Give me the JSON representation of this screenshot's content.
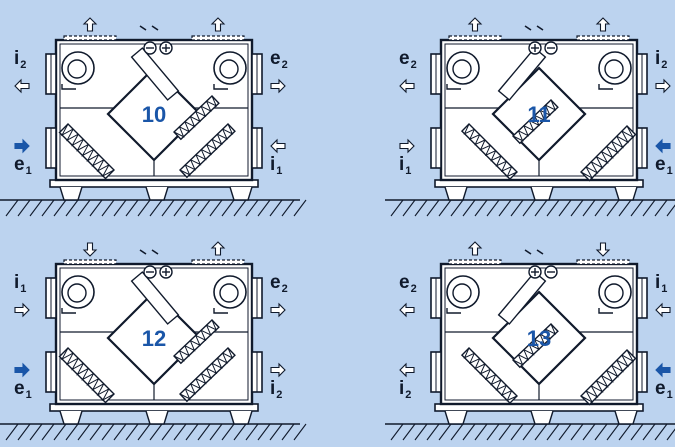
{
  "colors": {
    "background": "#bcd3ef",
    "unit_fill": "#ffffff",
    "line": "#101a2c",
    "number": "#1a56a8",
    "arrow_blue": "#1a56a8",
    "arrow_light": "#ffffff"
  },
  "diagrams": [
    {
      "number": "10",
      "top_left_label": {
        "letter": "i",
        "sub": "2"
      },
      "top_right_label": {
        "letter": "e",
        "sub": "2"
      },
      "bottom_left_label": {
        "letter": "e",
        "sub": "1"
      },
      "bottom_right_label": {
        "letter": "i",
        "sub": "1"
      },
      "top_left_arrow": "outlined-left",
      "top_right_arrow": "outlined-right",
      "bottom_left_arrow": "blue-right",
      "bottom_right_arrow": "outlined-left",
      "top_arrows": [
        "outlined-up",
        "outlined-up"
      ],
      "plus_minus": [
        "minus",
        "plus"
      ]
    },
    {
      "number": "11",
      "top_left_label": {
        "letter": "e",
        "sub": "2"
      },
      "top_right_label": {
        "letter": "i",
        "sub": "2"
      },
      "bottom_left_label": {
        "letter": "i",
        "sub": "1"
      },
      "bottom_right_label": {
        "letter": "e",
        "sub": "1"
      },
      "top_left_arrow": "outlined-left",
      "top_right_arrow": "outlined-right",
      "bottom_left_arrow": "outlined-right",
      "bottom_right_arrow": "blue-left",
      "top_arrows": [
        "outlined-up",
        "outlined-up"
      ],
      "plus_minus": [
        "plus",
        "minus"
      ]
    },
    {
      "number": "12",
      "top_left_label": {
        "letter": "i",
        "sub": "1"
      },
      "top_right_label": {
        "letter": "e",
        "sub": "2"
      },
      "bottom_left_label": {
        "letter": "e",
        "sub": "1"
      },
      "bottom_right_label": {
        "letter": "i",
        "sub": "2"
      },
      "top_left_arrow": "outlined-right",
      "top_right_arrow": "outlined-right",
      "bottom_left_arrow": "blue-right",
      "bottom_right_arrow": "outlined-right",
      "top_arrows": [
        "outlined-down",
        "outlined-up"
      ],
      "plus_minus": [
        "minus",
        "plus"
      ]
    },
    {
      "number": "13",
      "top_left_label": {
        "letter": "e",
        "sub": "2"
      },
      "top_right_label": {
        "letter": "i",
        "sub": "1"
      },
      "bottom_left_label": {
        "letter": "i",
        "sub": "2"
      },
      "bottom_right_label": {
        "letter": "e",
        "sub": "1"
      },
      "top_left_arrow": "outlined-left",
      "top_right_arrow": "outlined-left",
      "bottom_left_arrow": "outlined-left",
      "bottom_right_arrow": "blue-left",
      "top_arrows": [
        "outlined-up",
        "outlined-down"
      ],
      "plus_minus": [
        "plus",
        "minus"
      ]
    }
  ]
}
